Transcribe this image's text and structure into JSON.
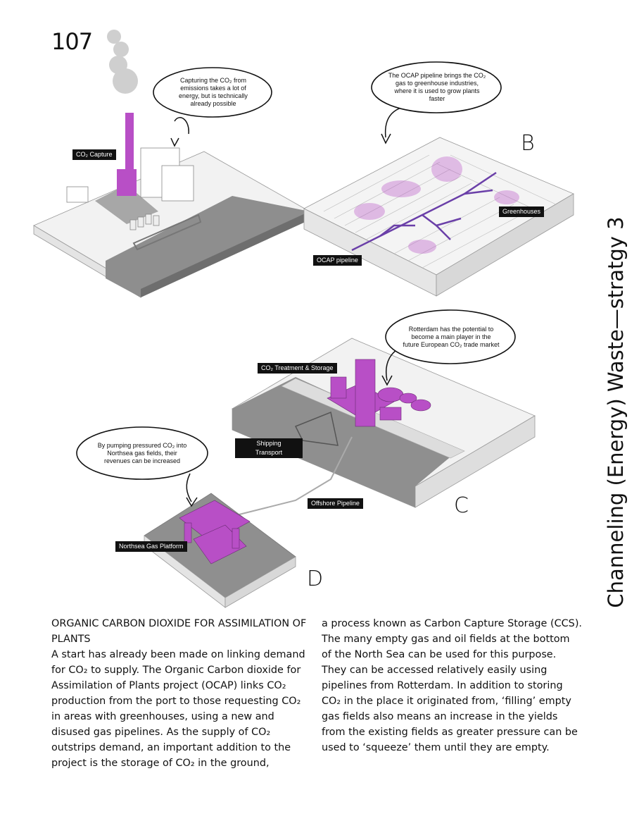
{
  "page_number": "107",
  "side_title": "Channeling (Energy) Waste—stratgy 3",
  "callouts": {
    "capture": "Capturing the CO₂ from emissions takes a lot of energy, but is technically already possible",
    "ocap": "The OCAP pipeline brings the CO₂ gas to greenhouse industries, where it is used to grow plants faster",
    "rotterdam": "Rotterdam has the potential to become a main player in the future European CO₂ trade market",
    "northsea": "By pumping pressured CO₂ into Northsea gas fields, their revenues can be increased"
  },
  "tags": {
    "co2_capture": "CO₂ Capture",
    "greenhouses": "Greenhouses",
    "ocap_pipeline": "OCAP pipeline",
    "treatment": "CO₂ Treatment & Storage",
    "shipping": "Shipping\nTransport",
    "offshore": "Offshore Pipeline",
    "gas_platform": "Northsea Gas Platform"
  },
  "letters": {
    "b": "B",
    "c": "C",
    "d": "D"
  },
  "article": {
    "heading": "ORGANIC CARBON DIOXIDE FOR ASSIMILATION OF PLANTS",
    "left": "A start has already been made on linking demand for CO₂ to supply. The Organic Carbon dioxide for Assimilation of Plants project (OCAP) links CO₂ production from the port to those requesting CO₂ in areas with greenhouses, using a new and disused gas pipelines. As the supply of CO₂ outstrips demand, an important addition to the project is the storage of CO₂ in the ground,",
    "right": "a process known as Carbon Capture Storage (CCS). The many empty gas and oil fields at the bottom of the North Sea can be used for this purpose. They can be accessed relatively easily using pipelines from Rotterdam. In addition to storing CO₂ in the place it originated from, ‘filling’ empty gas fields also means an increase in the yields from the existing fields as greater pressure can be used to ‘squeeze’ them until they are empty."
  },
  "colors": {
    "accent": "#b84fc6",
    "sea": "#9b9b9b",
    "ocap_line": "#6a3fa8"
  }
}
